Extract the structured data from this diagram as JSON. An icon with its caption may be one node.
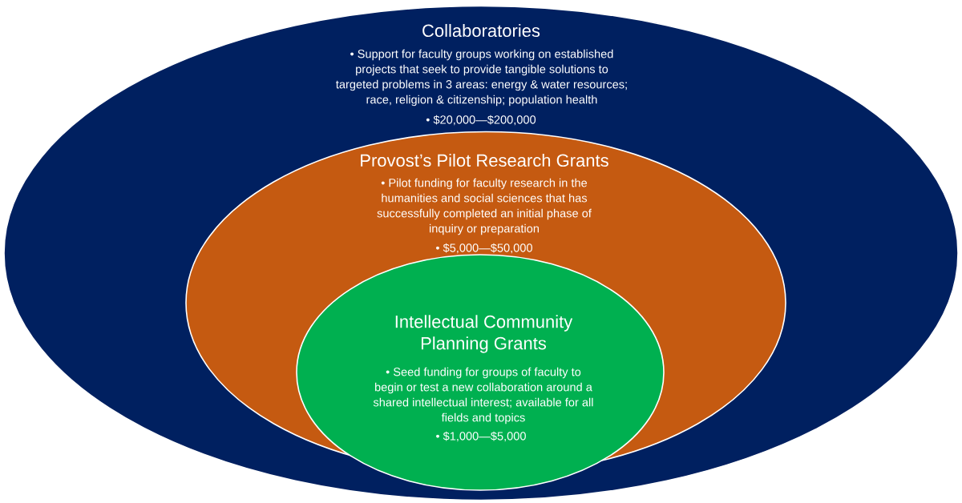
{
  "diagram": {
    "nodes": [
      {
        "text": [
          "Collaboratories",
          "• Support for faculty groups working on established projects that seek to provide tangible solutions to targeted problems in 3 areas: energy & water resources; race, religion & citizenship; population health",
          "• $20,000—$200,000"
        ]
      },
      {
        "text": [
          "Provost’s Pilot Research Grants",
          "• Pilot funding for faculty research in the humanities and social sciences that has successfully completed an initial phase of inquiry or preparation",
          "• $5,000—$50,000"
        ],
        "in": 0
      },
      {
        "text": [
          "Intellectual Community Planning Grants",
          "• Seed funding for groups of faculty to begin or test a new collaboration around a shared intellectual interest; available for all fields and topics",
          "• $1,000—$5,000"
        ],
        "in": 1
      }
    ]
  }
}
